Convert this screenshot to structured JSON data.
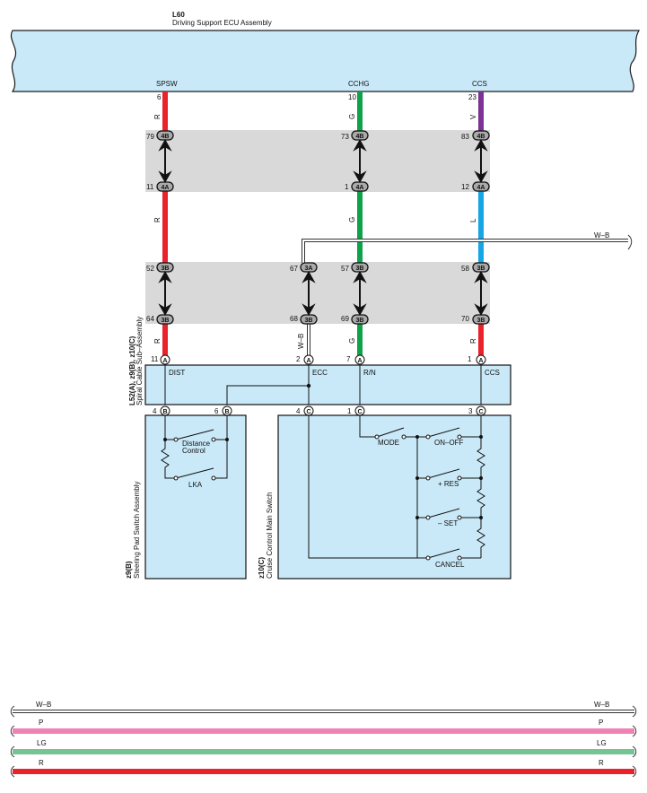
{
  "ecu": {
    "id": "L60",
    "name": "Driving Support ECU Assembly"
  },
  "colors": {
    "R": "#e8232b",
    "G": "#0fa24b",
    "V": "#7b3294",
    "L": "#16a6e6",
    "P": "#f081b5",
    "LG": "#74c494",
    "WB": "#ffffff",
    "component_fill": "#c9e9f8",
    "connector_band": "#d9d9d9"
  },
  "columns": [
    {
      "signal": "SPSW",
      "ecu_pin": "6",
      "wire_top": "R",
      "c4b_pin": "79",
      "c4a_pin": "11",
      "wire_mid": "R",
      "c3b_top_pin": "52",
      "c3b_bot_pin": "64",
      "wire_bot": "R",
      "spiral_pin": "11",
      "spiral_conn": "A"
    },
    {
      "signal": "CCHG",
      "ecu_pin": "10",
      "wire_top": "G",
      "c4b_pin": "73",
      "c4a_pin": "1",
      "wire_mid": "G",
      "c3b_top_pin": "57",
      "c3b_bot_pin": "69",
      "wire_bot": "G",
      "spiral_pin": "7",
      "spiral_conn": "A"
    },
    {
      "signal": "CCS",
      "ecu_pin": "23",
      "wire_top": "V",
      "c4b_pin": "83",
      "c4a_pin": "12",
      "wire_mid": "L",
      "c3b_top_pin": "58",
      "c3b_bot_pin": "70",
      "wire_bot": "R",
      "spiral_pin": "1",
      "spiral_conn": "A"
    }
  ],
  "wb_column": {
    "top_pin": "67",
    "top_conn": "3A",
    "bot_pin": "68",
    "bot_conn": "3B",
    "wire": "W–B",
    "spiral_pin": "2",
    "spiral_conn": "A"
  },
  "connector_caps": {
    "c4b": "4B",
    "c4a": "4A",
    "c3b": "3B"
  },
  "wb_branch_label": "W–B",
  "spiral": {
    "title_line1": "L52(A), z9(B), z10(C)",
    "title_line2": "Spiral Cable Sub–Assembly",
    "terminals": [
      "DIST",
      "ECC",
      "R/N",
      "CCS"
    ],
    "bottom_pins": [
      {
        "pin": "4",
        "conn": "B"
      },
      {
        "pin": "6",
        "conn": "B"
      },
      {
        "pin": "4",
        "conn": "C"
      },
      {
        "pin": "1",
        "conn": "C"
      },
      {
        "pin": "3",
        "conn": "C"
      }
    ]
  },
  "steering_switch": {
    "title_line1": "z9(B)",
    "title_line2": "Steering Pad Switch Assembly",
    "switch_1": "Distance",
    "switch_1b": "Control",
    "switch_2": "LKA"
  },
  "cruise_switch": {
    "title_line1": "z10(C)",
    "title_line2": "Cruise Control Main Switch",
    "mode": "MODE",
    "on_off": "ON–OFF",
    "res": "+ RES",
    "set": "– SET",
    "cancel": "CANCEL"
  },
  "legend": [
    {
      "code": "W–B",
      "color": "WB"
    },
    {
      "code": "P",
      "color": "P"
    },
    {
      "code": "LG",
      "color": "LG"
    },
    {
      "code": "R",
      "color": "R"
    }
  ]
}
